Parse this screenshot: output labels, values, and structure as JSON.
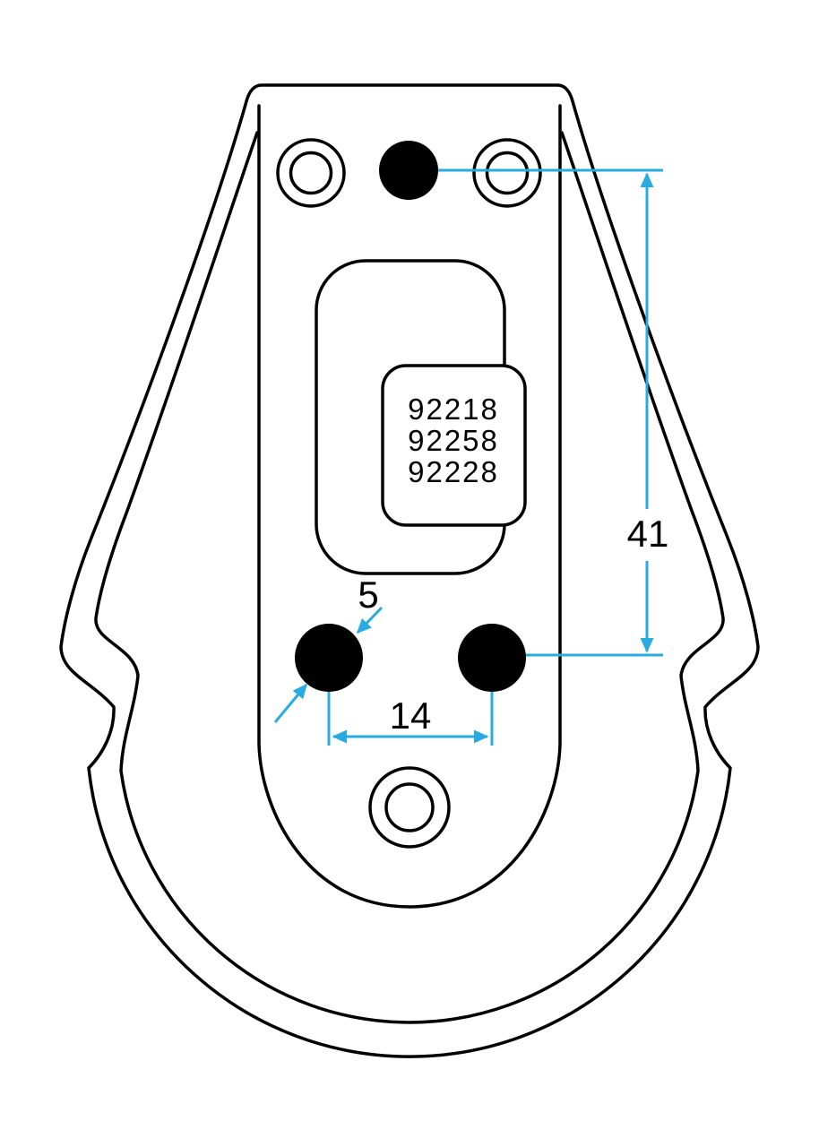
{
  "drawing": {
    "part_numbers": [
      "92218",
      "92258",
      "92228"
    ],
    "dimensions": {
      "height": "41",
      "hole_spacing": "14",
      "hole_diameter": "5"
    }
  },
  "colors": {
    "line": "#000000",
    "dimension": "#29ABE2",
    "background": "#FFFFFF"
  }
}
